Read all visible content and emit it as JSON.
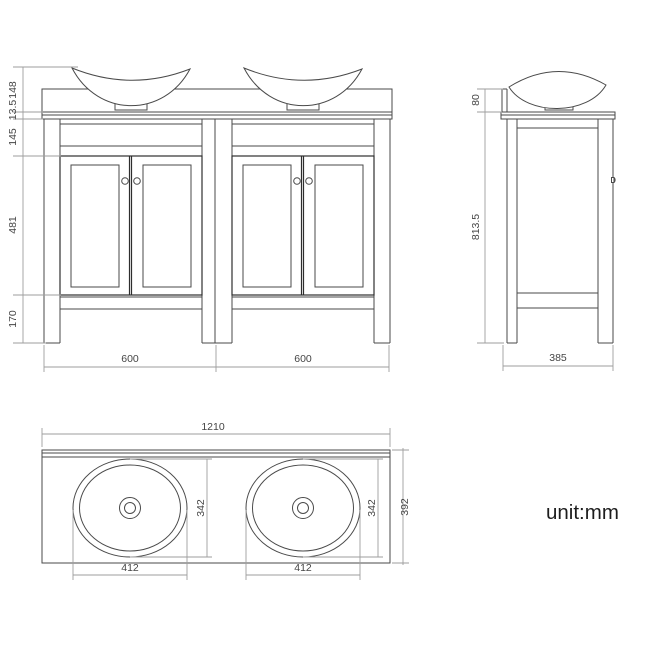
{
  "palette": {
    "object_line": "#4a4a4a",
    "door_line": "#2e2e2e",
    "dimension_line": "#9e9e9e",
    "text": "#454545",
    "unit_text": "#1d1d1d",
    "background": "#ffffff"
  },
  "unit_label": "unit:mm",
  "dims": {
    "front_sink_height": "148",
    "front_counter_thickness": "13.5",
    "front_apron_height": "145",
    "front_door_height": "481",
    "front_leg_height": "170",
    "front_left_cabinet_width": "600",
    "front_right_cabinet_width": "600",
    "side_splash_height": "80",
    "side_total_height": "813.5",
    "side_depth": "385",
    "plan_total_width": "1210",
    "plan_left_basin_depth": "342",
    "plan_right_basin_depth": "342",
    "plan_counter_depth": "392",
    "plan_left_basin_width": "412",
    "plan_right_basin_width": "412"
  }
}
